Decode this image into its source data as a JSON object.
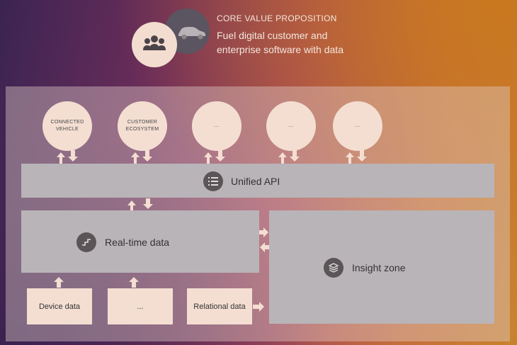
{
  "header": {
    "title": "CORE VALUE PROPOSITION",
    "description_line1": "Fuel digital customer and",
    "description_line2": "enterprise software with data"
  },
  "consumers": [
    {
      "line1": "CONNECTED",
      "line2": "VEHICLE"
    },
    {
      "line1": "CUSTOMER",
      "line2": "ECOSYSTEM"
    },
    {
      "line1": "...",
      "line2": ""
    },
    {
      "line1": "...",
      "line2": ""
    },
    {
      "line1": "...",
      "line2": ""
    }
  ],
  "api": {
    "label": "Unified API",
    "icon": "list-icon"
  },
  "realtime": {
    "label": "Real-time data",
    "icon": "stream-icon"
  },
  "insight": {
    "label": "Insight zone",
    "icon": "layers-icon"
  },
  "sources": [
    {
      "label": "Device data"
    },
    {
      "label": "..."
    },
    {
      "label": "Relational data"
    }
  ],
  "colors": {
    "circle_fill": "#f4ded2",
    "bar_fill": "#b9b4b8",
    "icon_badge": "#5b5558",
    "arrow": "#f4ded2"
  }
}
